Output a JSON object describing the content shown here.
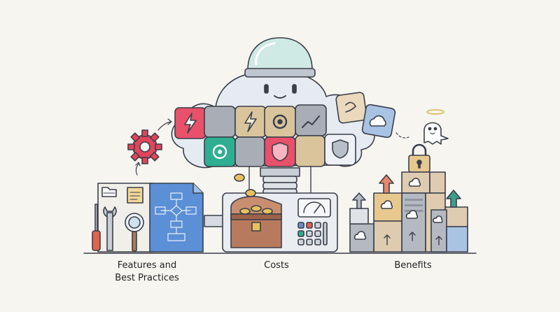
{
  "captions": {
    "features_line1": "Features and",
    "features_line2": "Best Practices",
    "costs": "Costs",
    "benefits": "Benefits"
  },
  "colors": {
    "background": "#f7f5f0",
    "outline": "#3a3f4a",
    "cloud": "#e6ebf2",
    "puzzle_red": "#e9506a",
    "puzzle_teal": "#2fae92",
    "puzzle_tan": "#d9c49c",
    "puzzle_gray": "#a8adb6",
    "puzzle_blue": "#a9c3e4",
    "gear_red": "#e2445c",
    "blueprint": "#5b8fd6",
    "chest": "#b87a5e",
    "gold": "#e7c15e",
    "box_tan": "#dfcbb0",
    "box_gray": "#b5bac2",
    "arrow_orange": "#e8866a",
    "arrow_teal": "#3f9e89"
  },
  "icons": [
    "dome-icon",
    "robot-face-icon",
    "lightning-icon",
    "gear-icon",
    "trend-icon",
    "shield-icon",
    "cloud-icon",
    "padlock-icon",
    "ghost-icon",
    "wrench-icon",
    "screwdriver-icon",
    "magnifier-icon",
    "folder-icon",
    "flowchart-icon",
    "treasure-chest-icon",
    "coin-icon",
    "gauge-icon",
    "keypad-icon",
    "up-arrow-icon"
  ]
}
